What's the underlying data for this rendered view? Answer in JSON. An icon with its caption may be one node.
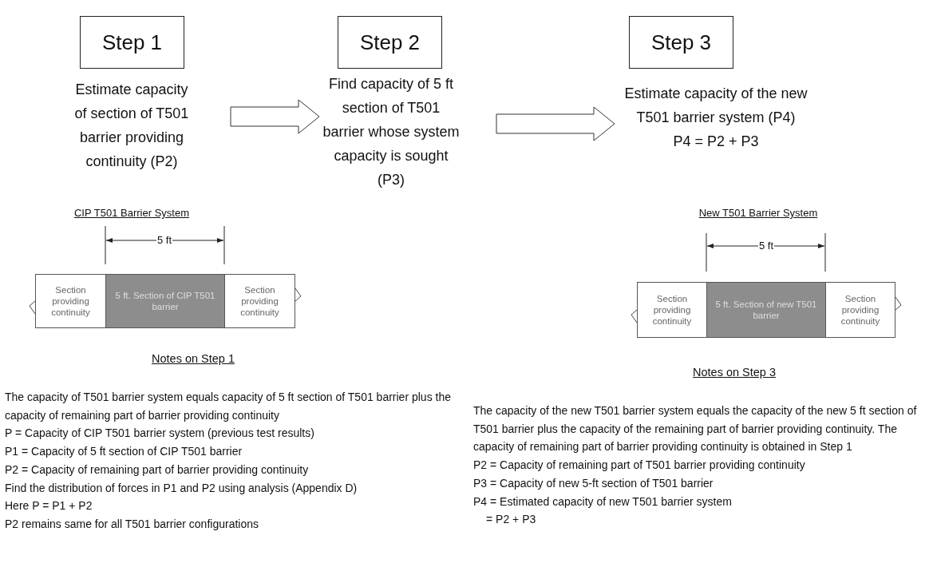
{
  "diagram": {
    "nodes": [
      {
        "text": [
          "Step 1"
        ]
      },
      {
        "text": [
          "Step 2"
        ]
      },
      {
        "text": [
          "Step 3"
        ]
      },
      {
        "text": [
          "Estimate capacity of section of T501 barrier providing continuity (P2)"
        ]
      },
      {
        "text": [
          "Find capacity of 5 ft section of T501 barrier whose system capacity is sought (P3)"
        ]
      },
      {
        "text": [
          "Estimate capacity of the new T501 barrier system (P4)",
          "P4 = P2 + P3"
        ]
      },
      {
        "text": [
          "Section providing continuity"
        ]
      },
      {
        "text": [
          "5 ft. Section of CIP T501 barrier"
        ]
      },
      {
        "text": [
          "Section providing continuity"
        ]
      },
      {
        "text": [
          "Section providing continuity"
        ]
      },
      {
        "text": [
          "5 ft. Section of new T501 barrier"
        ]
      },
      {
        "text": [
          "Section providing continuity"
        ]
      }
    ],
    "edges": [
      {
        "from": 3,
        "to": 4,
        "arrow": "to"
      },
      {
        "from": 4,
        "to": 5,
        "arrow": "to"
      }
    ],
    "labels": [
      "CIP T501 Barrier System",
      "5 ft",
      "New T501 Barrier System",
      "5 ft",
      "Notes on Step 1",
      "Notes on Step 3",
      "The capacity of T501 barrier system equals capacity of 5 ft section of T501 barrier plus the capacity of remaining part of barrier providing continuity",
      "P = Capacity of CIP T501 barrier system (previous test results)",
      "P1 = Capacity of 5 ft section of CIP T501 barrier",
      "P2 = Capacity of remaining part of barrier providing continuity",
      "Find the distribution of forces in P1 and P2 using analysis (Appendix D)",
      "Here P = P1 + P2",
      "P2 remains same for all T501 barrier configurations",
      "The capacity of the new T501 barrier system equals the capacity of the new 5 ft section of T501 barrier plus the capacity of the remaining part of barrier providing continuity. The capacity of remaining part of barrier providing continuity is obtained in Step 1",
      "P2 = Capacity of remaining part of T501 barrier providing continuity",
      "P3 = Capacity of new 5-ft section of T501 barrier",
      "P4 = Estimated capacity of new T501 barrier system",
      "= P2 + P3"
    ]
  }
}
